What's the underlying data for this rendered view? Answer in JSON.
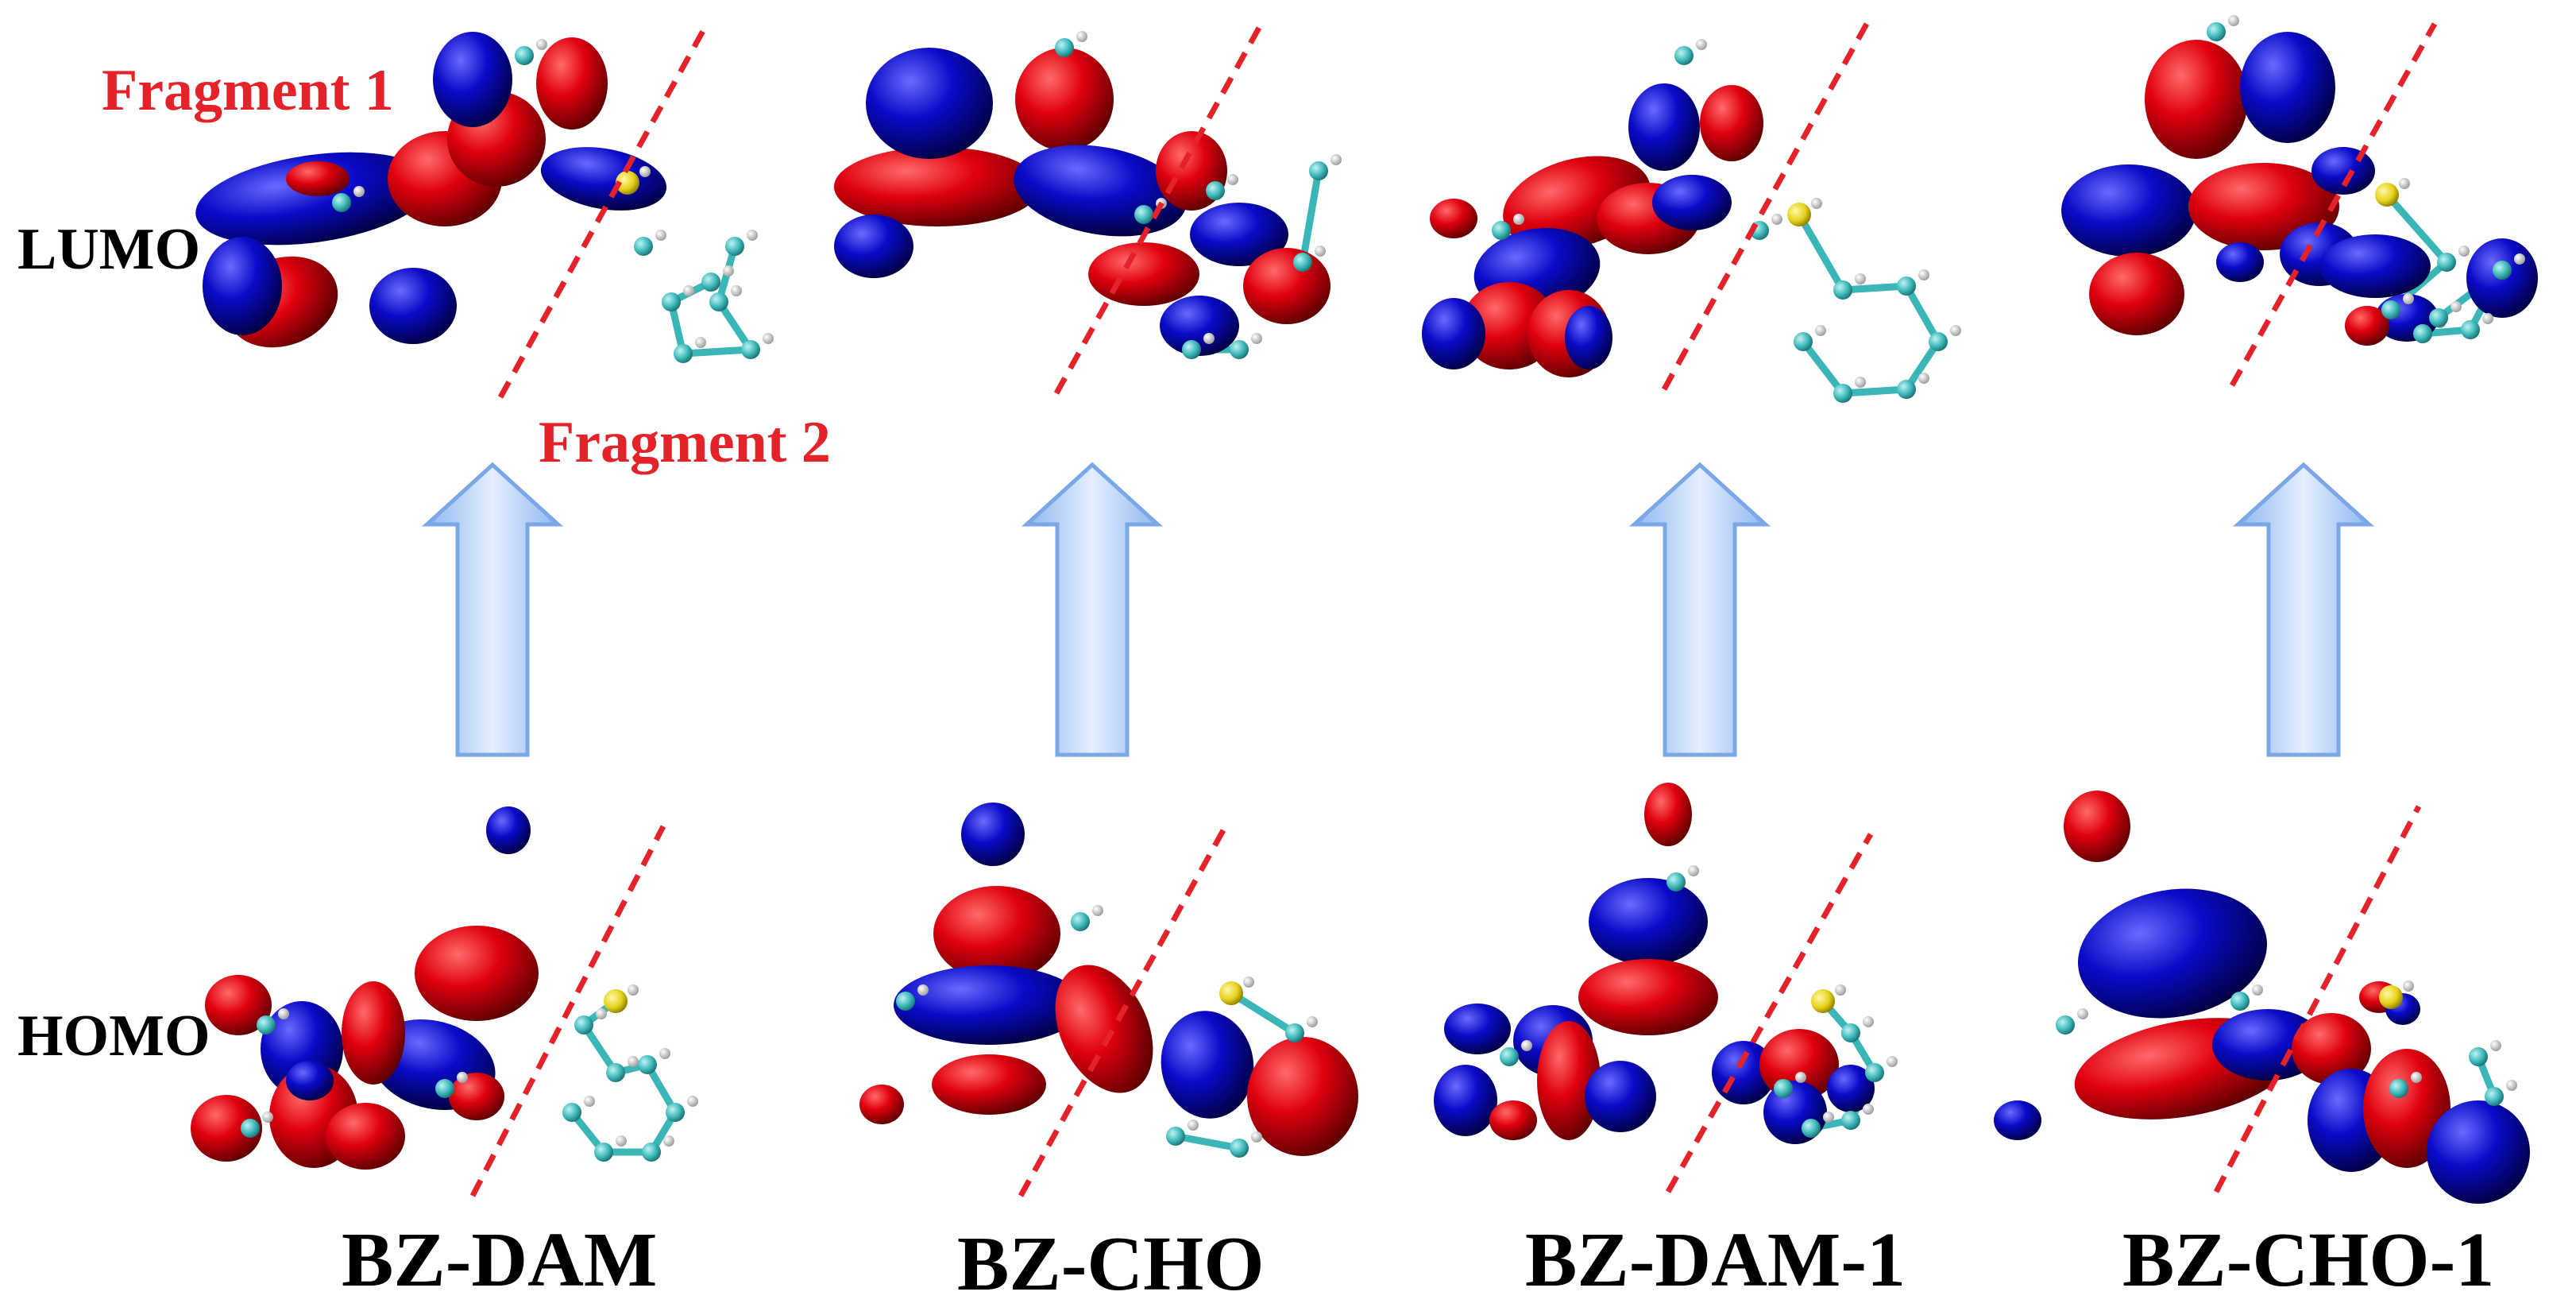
{
  "row_labels": {
    "lumo": "LUMO",
    "homo": "HOMO"
  },
  "fragment_labels": {
    "fragment1": "Fragment 1",
    "fragment2": "Fragment 2"
  },
  "molecules": [
    "BZ-DAM",
    "BZ-CHO",
    "BZ-DAM-1",
    "BZ-CHO-1"
  ],
  "colors": {
    "lobe_positive": "#e0000f",
    "lobe_negative": "#0a0ac8",
    "divider": "#e4222a",
    "fragment_text": "#e4222a",
    "arrow_fill": "#a9c9f7",
    "arrow_stroke": "#7aa7e6",
    "carbon": "#3bb6b8",
    "sulfur": "#e6d21a",
    "hydrogen": "#e8e8e8"
  },
  "icons": {
    "transition": "up-arrow-icon"
  }
}
